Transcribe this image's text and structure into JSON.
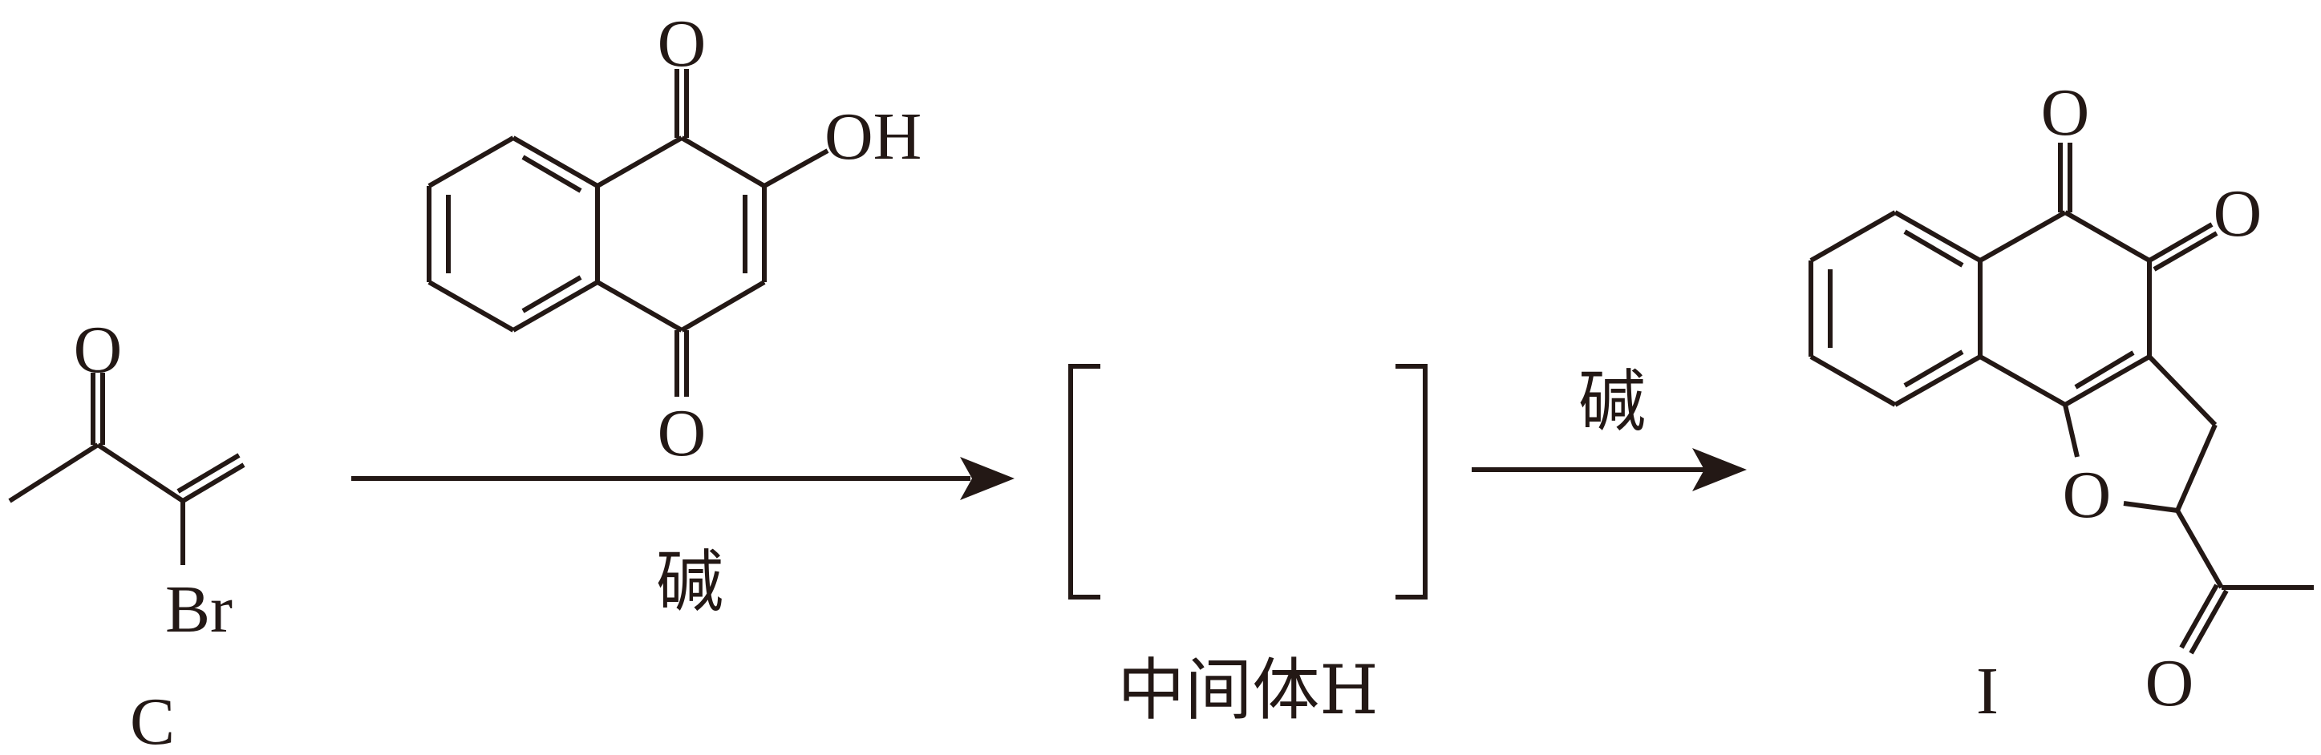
{
  "reagent_lawsone": {
    "atoms": {
      "o_top": "O",
      "oh": "OH",
      "o_bottom": "O"
    }
  },
  "compound_c": {
    "label": "C",
    "atoms": {
      "o": "O",
      "br": "Br"
    }
  },
  "step1": {
    "condition": "碱"
  },
  "intermediate": {
    "label": "中间体H"
  },
  "step2": {
    "condition": "碱"
  },
  "product_i": {
    "label": "I",
    "atoms": {
      "o_quinone_top": "O",
      "o_quinone_right": "O",
      "o_ring": "O",
      "o_acetyl": "O"
    }
  }
}
